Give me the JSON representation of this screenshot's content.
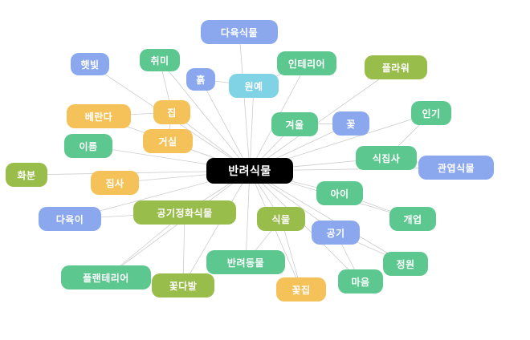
{
  "center": {
    "label": "반려식물",
    "color": "#000000"
  },
  "palette": {
    "blue": "#8ba8ef",
    "green": "#5cc88f",
    "olive": "#99bd4b",
    "yellow": "#f4c258",
    "cyan": "#7fd3e4",
    "edge": "#cccccc"
  },
  "nodes": [
    {
      "id": "다육식물",
      "label": "다육식물",
      "color": "#8ba8ef"
    },
    {
      "id": "햇빛",
      "label": "햇빛",
      "color": "#8ba8ef"
    },
    {
      "id": "취미",
      "label": "취미",
      "color": "#5cc88f"
    },
    {
      "id": "흙",
      "label": "흙",
      "color": "#8ba8ef"
    },
    {
      "id": "원예",
      "label": "원예",
      "color": "#7fd3e4"
    },
    {
      "id": "인테리어",
      "label": "인테리어",
      "color": "#5cc88f"
    },
    {
      "id": "플라워",
      "label": "플라워",
      "color": "#99bd4b"
    },
    {
      "id": "인기",
      "label": "인기",
      "color": "#5cc88f"
    },
    {
      "id": "베란다",
      "label": "베란다",
      "color": "#f4c258"
    },
    {
      "id": "집",
      "label": "집",
      "color": "#f4c258"
    },
    {
      "id": "겨울",
      "label": "겨울",
      "color": "#5cc88f"
    },
    {
      "id": "꽃",
      "label": "꽃",
      "color": "#8ba8ef"
    },
    {
      "id": "이름",
      "label": "이름",
      "color": "#5cc88f"
    },
    {
      "id": "거실",
      "label": "거실",
      "color": "#f4c258"
    },
    {
      "id": "식집사",
      "label": "식집사",
      "color": "#5cc88f"
    },
    {
      "id": "관엽식물",
      "label": "관엽식물",
      "color": "#8ba8ef"
    },
    {
      "id": "화분",
      "label": "화분",
      "color": "#99bd4b"
    },
    {
      "id": "집사",
      "label": "집사",
      "color": "#f4c258"
    },
    {
      "id": "아이",
      "label": "아이",
      "color": "#5cc88f"
    },
    {
      "id": "공기정화식물",
      "label": "공기정화식물",
      "color": "#99bd4b"
    },
    {
      "id": "다육이",
      "label": "다육이",
      "color": "#8ba8ef"
    },
    {
      "id": "식물",
      "label": "식물",
      "color": "#99bd4b"
    },
    {
      "id": "개업",
      "label": "개업",
      "color": "#5cc88f"
    },
    {
      "id": "공기",
      "label": "공기",
      "color": "#8ba8ef"
    },
    {
      "id": "반려동물",
      "label": "반려동물",
      "color": "#5cc88f"
    },
    {
      "id": "정원",
      "label": "정원",
      "color": "#5cc88f"
    },
    {
      "id": "플랜테리어",
      "label": "플랜테리어",
      "color": "#5cc88f"
    },
    {
      "id": "꽃다발",
      "label": "꽃다발",
      "color": "#99bd4b"
    },
    {
      "id": "마음",
      "label": "마음",
      "color": "#5cc88f"
    },
    {
      "id": "꽃집",
      "label": "꽃집",
      "color": "#f4c258"
    }
  ]
}
